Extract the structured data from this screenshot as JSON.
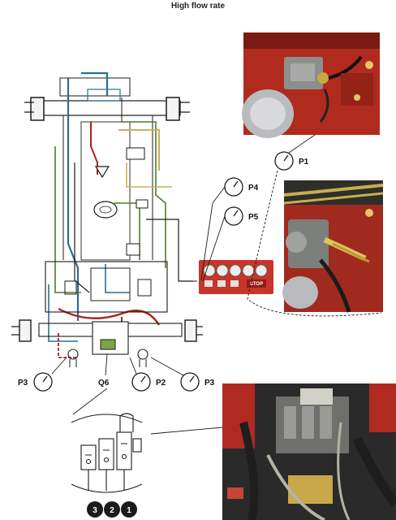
{
  "title": "High flow rate",
  "gauges": {
    "p1": "P1",
    "p2": "P2",
    "p3_left": "P3",
    "p3_right": "P3",
    "p4": "P4",
    "p5": "P5",
    "q6": "Q6"
  },
  "valve_positions": [
    "3",
    "2",
    "1"
  ],
  "test_kit_label": "STOP",
  "colors": {
    "line_blue": "#2a6f8f",
    "line_red": "#a8261d",
    "line_green": "#4f7b2a",
    "line_yellow": "#c9b25a",
    "line_black": "#1b1b1b",
    "tractor_red": "#c73a2a",
    "photo_dark": "#2a2a2a"
  }
}
